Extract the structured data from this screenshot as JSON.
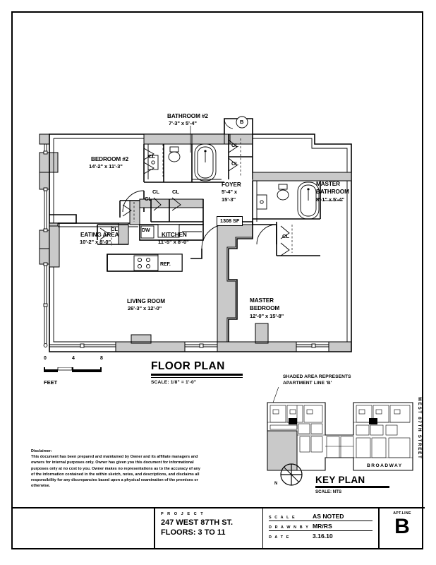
{
  "sheet": {
    "sq_ft_badge": "1308 SF",
    "door_marker": "B"
  },
  "rooms": [
    {
      "name": "BEDROOM #2",
      "dim": "14'-2\" x 11'-3\""
    },
    {
      "name": "BATHROOM #2",
      "dim": "7'-3\" x 5'-4\""
    },
    {
      "name": "FOYER",
      "dim_line1": "5'-4\" x",
      "dim_line2": "15'-3\""
    },
    {
      "name": "MASTER",
      "name2": "BATHROOM",
      "dim": "8'-1\" x 5'-4\""
    },
    {
      "name": "EATING AREA",
      "dim": "10'-2\" x 8'-0\""
    },
    {
      "name": "KITCHEN",
      "dim": "11'-5\" x 8'-0\""
    },
    {
      "name": "LIVING ROOM",
      "dim": "26'-3\" x 12'-0\""
    },
    {
      "name": "MASTER",
      "name2": "BEDROOM",
      "dim": "12'-0\" x 15'-8\""
    }
  ],
  "closets": {
    "label": "CL"
  },
  "appliances": {
    "dishwasher": "DW",
    "refrigerator": "REF."
  },
  "scale_bar": {
    "t0": "0",
    "t4": "4",
    "t8": "8",
    "unit": "FEET"
  },
  "floor_plan_title": {
    "title": "FLOOR PLAN",
    "scale": "SCALE: 1/8\" = 1'-0\""
  },
  "key_plan": {
    "note_line1": "SHADED AREA REPRESENTS",
    "note_line2": "APARTMENT LINE 'B'",
    "street_right": "WEST 87TH STREET",
    "street_bottom": "BROADWAY",
    "title": "KEY PLAN",
    "scale": "SCALE: NTS",
    "compass_label": "N"
  },
  "disclaimer": {
    "heading": "Disclaimer:",
    "body": "This document has been prepared and maintained by Owner and its affiliate managers and owners for internal purposes only.  Owner has given you this document for informational purposes only at no cost to you. Owner makes no representations as to the accuracy of any of the information contained in the within sketch, notes, and descriptions, and disclaims all responsibility for any discrepancies based upon a physical examination of the premises or otherwise."
  },
  "title_block": {
    "project_caption": "P R O J E C T",
    "project_line1": "247 WEST 87TH ST.",
    "project_line2": "FLOORS: 3 TO 11",
    "scale_caption": "S C A L E",
    "scale_value": "AS NOTED",
    "drawn_caption": "D R A W N   B Y",
    "drawn_value": "MR/RS",
    "date_caption": "D A T E",
    "date_value": "3.16.10",
    "apt_line_caption": "APT.LINE",
    "apt_line_value": "B"
  },
  "colors": {
    "wall_fill": "#c9c9c9",
    "line": "#000000",
    "paper": "#ffffff"
  }
}
